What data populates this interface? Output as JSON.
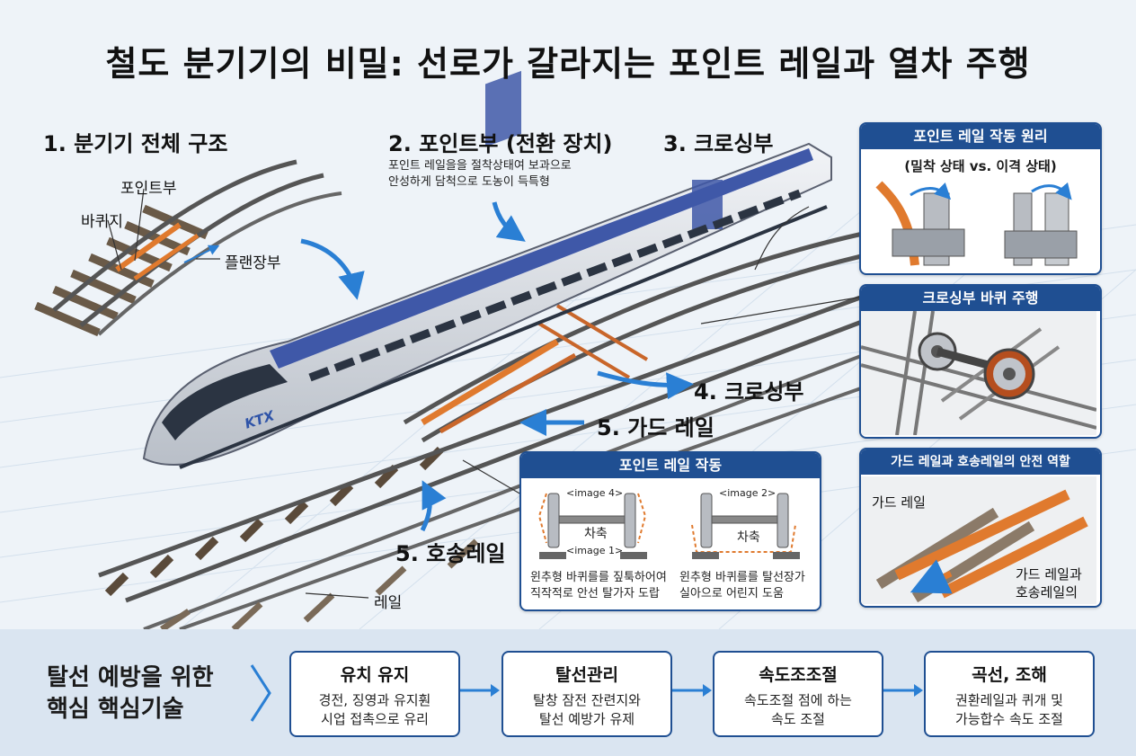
{
  "title": "철도 분기기의 비밀: 선로가 갈라지는 포인트 레일과 열차 주행",
  "sections": {
    "s1": "1. 분기기 전체 구조",
    "s2": "2. 포인트부 (전환 장치)",
    "s2_desc_line1": "포인트 레일을을 절착상태여 보과으로",
    "s2_desc_line2": "안성하게 담척으로 도농이 득특형",
    "s3": "3. 크로싱부",
    "s4": "4. 크로싱부",
    "s5a": "5. 가드 레일",
    "s5b": "5. 호송레일"
  },
  "labels": {
    "point_part": "포인트부",
    "gauge": "바퀴지",
    "flange": "플랜장부",
    "rail": "레일",
    "ktx": "KTX"
  },
  "panel_point_principle": {
    "header": "포인트 레일 작동 원리",
    "subtitle": "(밀착 상태 vs. 이격 상태)"
  },
  "panel_crossing_wheel": {
    "header": "크로싱부 바퀴 주행"
  },
  "panel_guard_safety": {
    "header": "가드 레일과 호송레일의 안전 역할",
    "label_guard": "가드 레일",
    "label_combo_line1": "가드 레일과",
    "label_combo_line2": "호송레일의"
  },
  "panel_point_operation": {
    "header": "포인트 레일 작동",
    "left": {
      "tag_top": "<image 4>",
      "axle": "차축",
      "tag_bottom": "<image 1>",
      "caption_line1": "윈추형 바퀴를를 짚툭하어여",
      "caption_line2": "직작적로 안선 탈가자 도랍"
    },
    "right": {
      "tag_top": "<image 2>",
      "axle": "차축",
      "caption_line1": "윈추형 바퀴를를 탈선장가",
      "caption_line2": "실아으로 어린지 도움"
    }
  },
  "bottom": {
    "heading_line1": "탈선 예방을 위한",
    "heading_line2": "핵심 핵심기술",
    "boxes": [
      {
        "title": "유치 유지",
        "line1": "경전, 징영과 유지훤",
        "line2": "시업 접촉으로 유리"
      },
      {
        "title": "탈선관리",
        "line1": "탈창 잠전 잔련지와",
        "line2": "탈선 예방가 유제"
      },
      {
        "title": "속도조조절",
        "line1": "속도조절 점에 하는",
        "line2": "속도 조절"
      },
      {
        "title": "곡선, 조해",
        "line1": "권환레일과 퀴개 및",
        "line2": "가능합수 속도 조절"
      }
    ]
  },
  "colors": {
    "accent": "#1f4f92",
    "arrow": "#2a7fd4",
    "orange": "#e07a2e",
    "train_blue": "#3f58a8"
  }
}
